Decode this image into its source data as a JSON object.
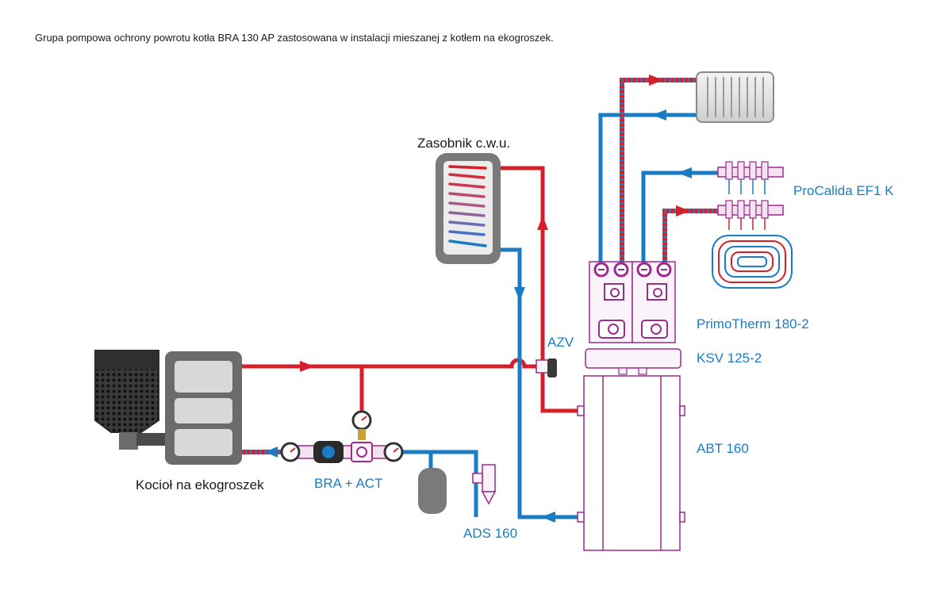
{
  "caption": "Grupa pompowa ochrony powrotu kotła BRA 130 AP zastosowana w instalacji mieszanej z kotłem na ekogroszek.",
  "labels": {
    "tank": "Zasobnik c.w.u.",
    "floor": "ProCalida EF1 K",
    "pumps": "PrimoTherm 180-2",
    "azv": "AZV",
    "ksv": "KSV 125-2",
    "abt": "ABT 160",
    "boiler": "Kocioł na ekogroszek",
    "bra": "BRA + ACT",
    "ads": "ADS 160"
  },
  "colors": {
    "supply": "#d4202a",
    "return": "#1a7cc4",
    "component": "#9c2b8c",
    "label": "#1a7cc4"
  }
}
